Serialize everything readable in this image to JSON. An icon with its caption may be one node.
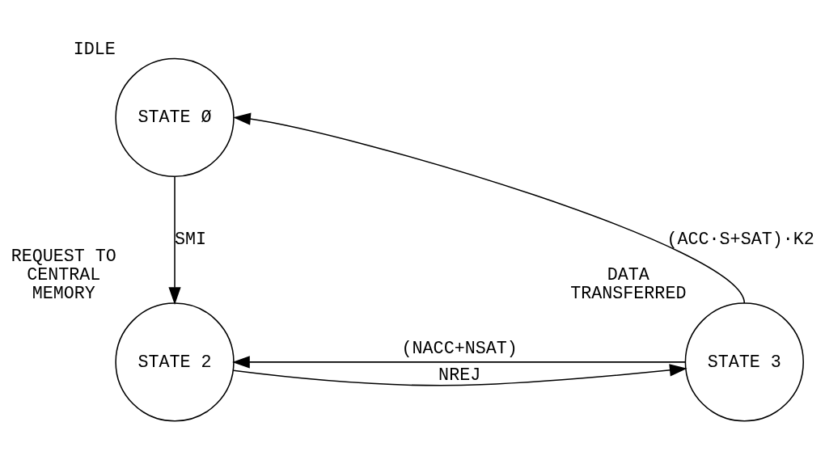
{
  "diagram": {
    "nodes": [
      {
        "text": [
          "STATE Ø"
        ],
        "beside": [
          "IDLE"
        ]
      },
      {
        "text": [
          "STATE 3"
        ],
        "beside": [
          "DATA TRANSFERRED"
        ]
      },
      {
        "text": [
          "STATE 2"
        ],
        "beside": [
          "REQUEST TO CENTRAL MEMORY"
        ]
      }
    ],
    "edges": [
      {
        "from": 1,
        "to": 0,
        "arrow": "to",
        "label": "(ACC·S+SAT)·K2"
      },
      {
        "from": 0,
        "to": 2,
        "arrow": "to",
        "label": "SMI"
      },
      {
        "from": 1,
        "to": 2,
        "arrow": "to",
        "label": "(NACC+NSAT)"
      },
      {
        "from": 2,
        "to": 1,
        "arrow": "to",
        "label": "NREJ"
      }
    ]
  }
}
